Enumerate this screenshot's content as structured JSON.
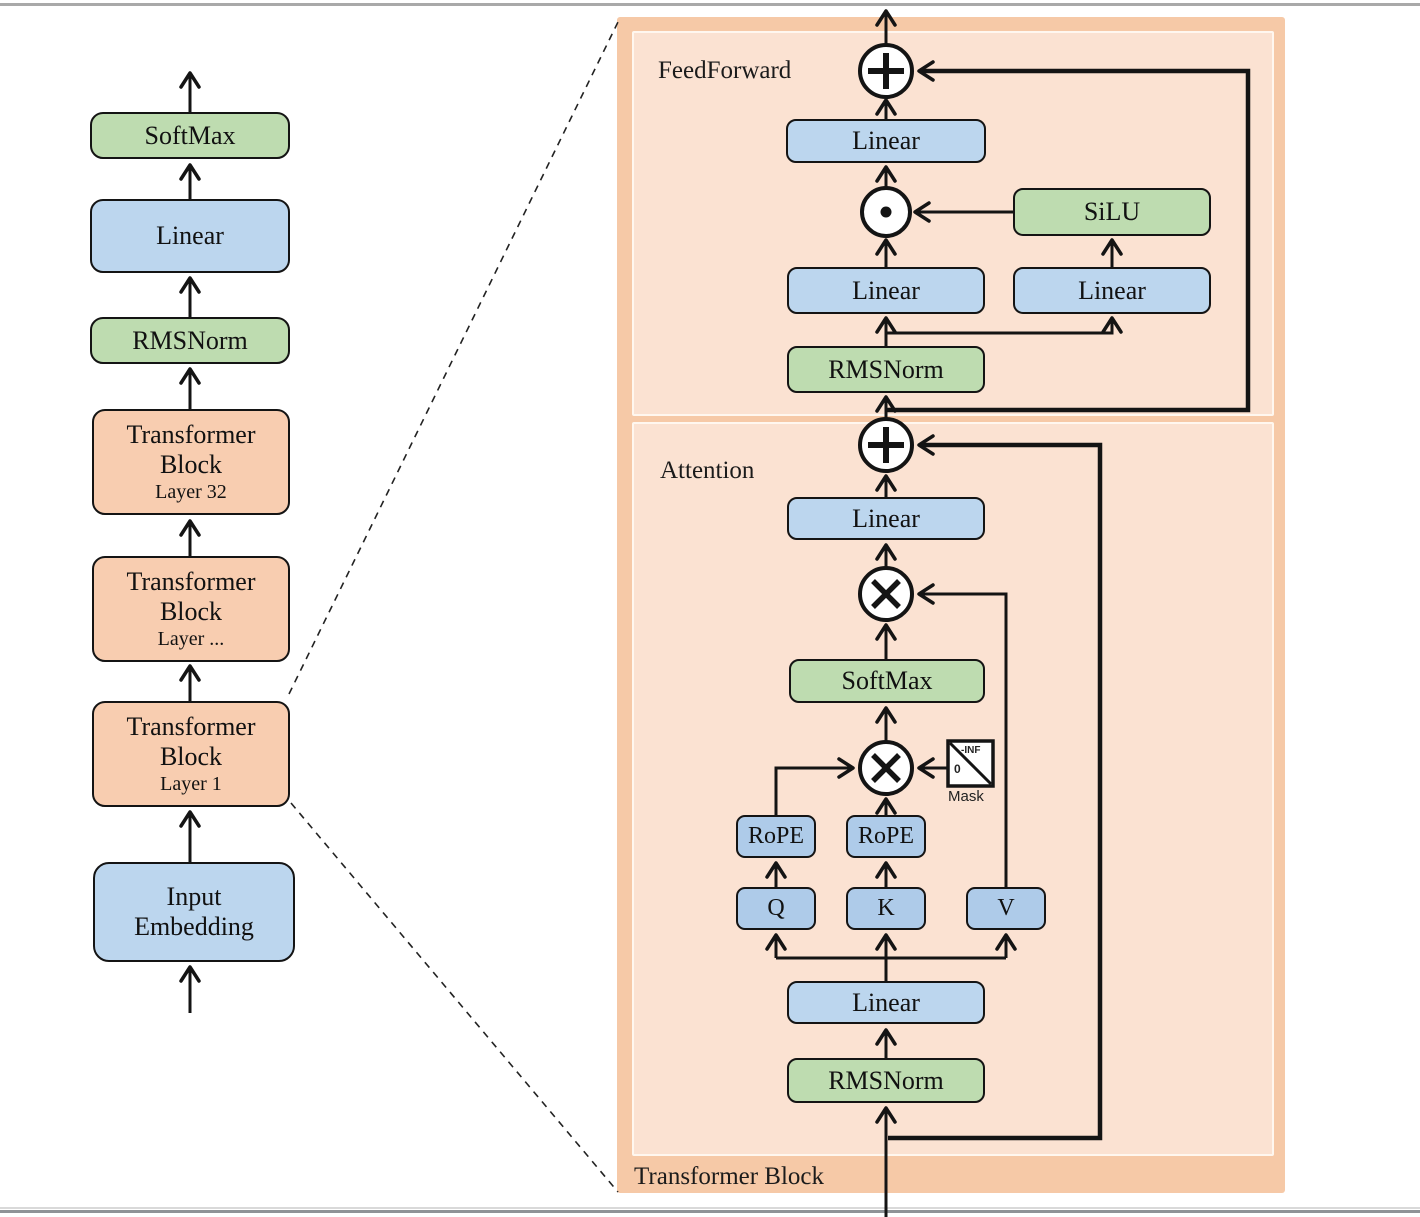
{
  "left_column": {
    "softmax": "SoftMax",
    "linear": "Linear",
    "rmsnorm": "RMSNorm",
    "blocks": [
      {
        "line1": "Transformer",
        "line2": "Block",
        "layer": "Layer 32"
      },
      {
        "line1": "Transformer",
        "line2": "Block",
        "layer": "Layer ..."
      },
      {
        "line1": "Transformer",
        "line2": "Block",
        "layer": "Layer 1"
      }
    ],
    "input_embedding": {
      "line1": "Input",
      "line2": "Embedding"
    }
  },
  "panel": {
    "title": "Transformer Block",
    "feedforward": {
      "label": "FeedForward",
      "linear_out": "Linear",
      "silu": "SiLU",
      "linear_gate": "Linear",
      "linear_up": "Linear",
      "rmsnorm": "RMSNorm"
    },
    "attention": {
      "label": "Attention",
      "linear_out": "Linear",
      "softmax": "SoftMax",
      "mask": {
        "label": "Mask",
        "neg_inf": "-INF",
        "zero": "0"
      },
      "rope_q": "RoPE",
      "rope_k": "RoPE",
      "q": "Q",
      "k": "K",
      "v": "V",
      "linear_in": "Linear",
      "rmsnorm": "RMSNorm"
    }
  },
  "colors": {
    "green": "#bedcb0",
    "blue": "#bcd6ee",
    "qkv_blue": "#aecbe9",
    "orange_block": "#f8cdb0",
    "panel_outer": "#f6c9a7",
    "panel_inner": "#fbe2d2",
    "line": "#141414"
  }
}
